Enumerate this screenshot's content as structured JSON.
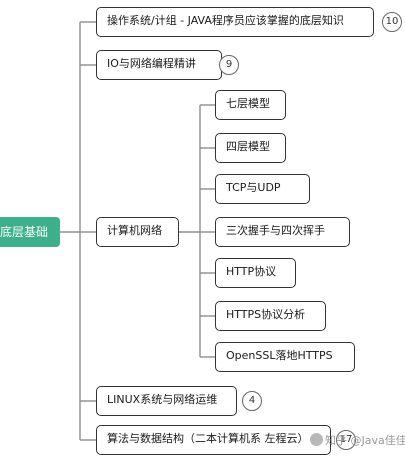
{
  "root": {
    "label": "底层基础"
  },
  "branches": [
    {
      "label": "操作系统/计组 - JAVA程序员应该掌握的底层知识",
      "badge": "10"
    },
    {
      "label": "IO与网络编程精讲",
      "badge": "9"
    },
    {
      "label": "计算机网络",
      "badge": ""
    },
    {
      "label": "LINUX系统与网络运维",
      "badge": "4"
    },
    {
      "label": "算法与数据结构（二本计算机系 左程云）",
      "badge": "17"
    }
  ],
  "network_children": [
    {
      "label": "七层模型"
    },
    {
      "label": "四层模型"
    },
    {
      "label": "TCP与UDP"
    },
    {
      "label": "三次握手与四次挥手"
    },
    {
      "label": "HTTP协议"
    },
    {
      "label": "HTTPS协议分析"
    },
    {
      "label": "OpenSSL落地HTTPS"
    }
  ],
  "watermark": {
    "text": "知乎 @Java佳佳"
  },
  "colors": {
    "root_fill": "#3cb08a",
    "line": "#8e8e8e",
    "border": "#333333"
  }
}
